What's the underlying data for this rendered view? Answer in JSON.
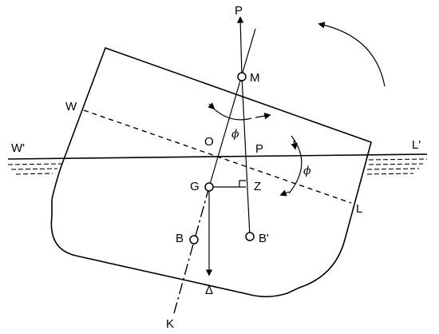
{
  "labels": {
    "P_top": "P",
    "M": "M",
    "W": "W",
    "W_prime": "W'",
    "L_prime": "L'",
    "O": "O",
    "P_mid": "P",
    "G": "G",
    "Z": "Z",
    "L": "L",
    "B": "B",
    "B_prime": "B'",
    "delta": "Δ",
    "K": "K",
    "phi_upper": "ϕ",
    "phi_right": "ϕ"
  }
}
